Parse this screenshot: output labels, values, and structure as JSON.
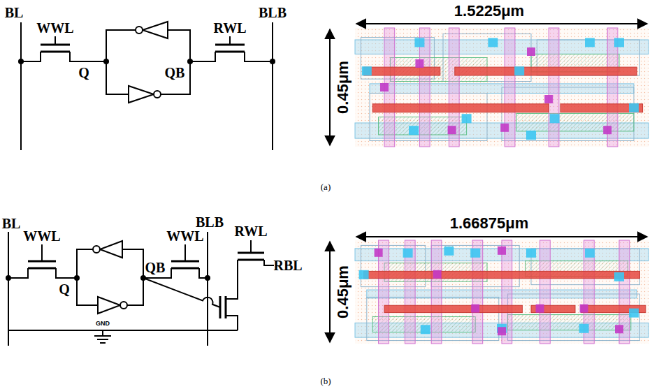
{
  "diagram": {
    "labels": [
      "BL",
      "WWL",
      "Q",
      "QB",
      "RWL",
      "BLB",
      "1.5225μm",
      "0.45μm",
      "(a)",
      "BL",
      "WWL",
      "Q",
      "QB",
      "WWL",
      "BLB",
      "RWL",
      "RBL",
      "GND",
      "1.66875μm",
      "0.45μm",
      "(b)"
    ]
  }
}
